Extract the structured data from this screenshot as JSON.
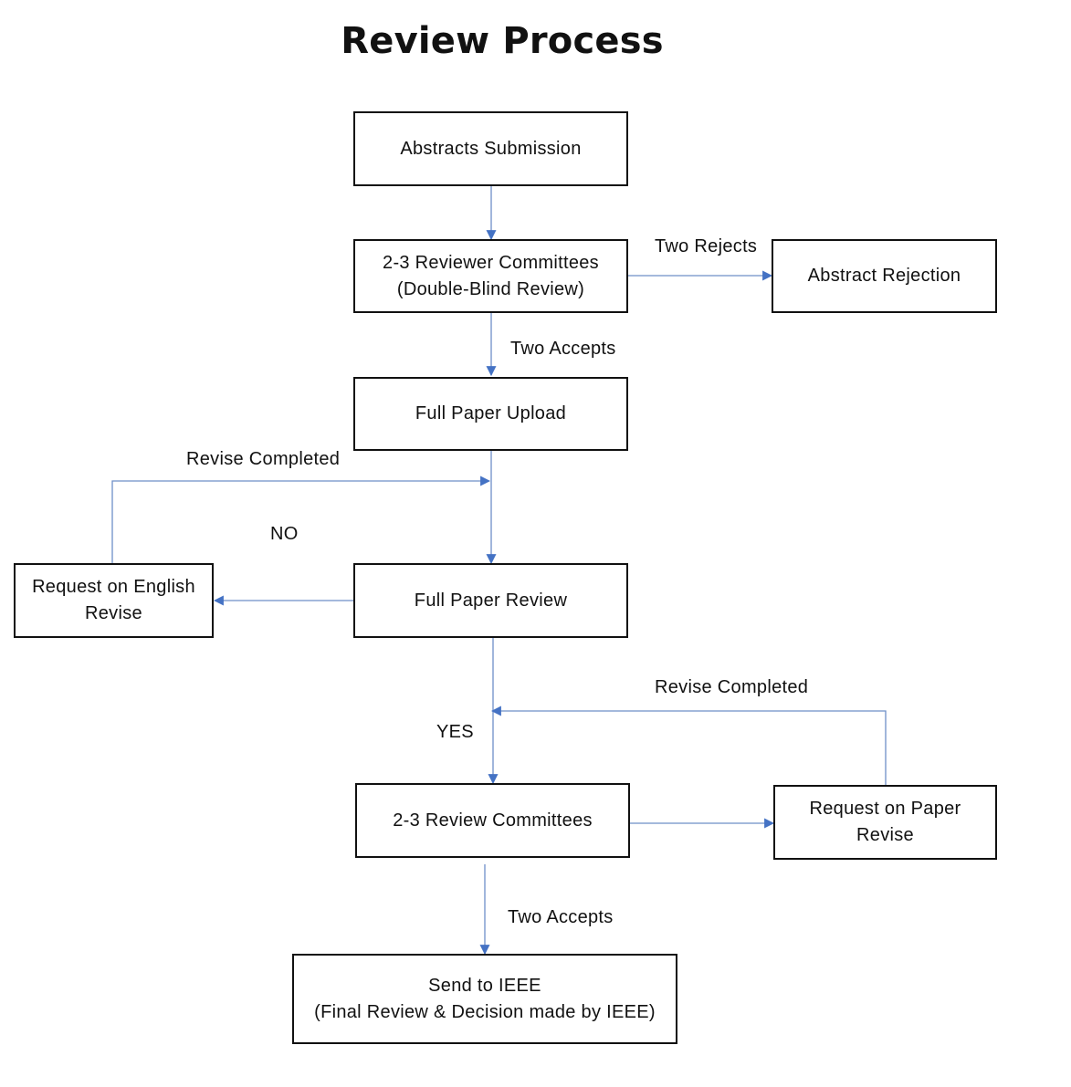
{
  "title": "Review Process",
  "colors": {
    "connector": "#6E8FC8",
    "arrowhead": "#4472C4",
    "box_border": "#111111",
    "text": "#111111",
    "background": "#FFFFFF"
  },
  "nodes": {
    "abstracts_submission": "Abstracts Submission",
    "reviewer_committees": "2-3 Reviewer Committees\n(Double-Blind Review)",
    "abstract_rejection": "Abstract Rejection",
    "full_paper_upload": "Full Paper Upload",
    "english_revise": "Request on English\nRevise",
    "full_paper_review": "Full Paper Review",
    "review_committees": "2-3 Review Committees",
    "paper_revise": "Request on Paper\nRevise",
    "send_to_ieee": "Send to IEEE\n(Final Review & Decision made by IEEE)"
  },
  "edge_labels": {
    "two_rejects": "Two Rejects",
    "two_accepts_1": "Two Accepts",
    "revise_completed_1": "Revise Completed",
    "no": "NO",
    "revise_completed_2": "Revise Completed",
    "yes": "YES",
    "two_accepts_2": "Two Accepts"
  }
}
